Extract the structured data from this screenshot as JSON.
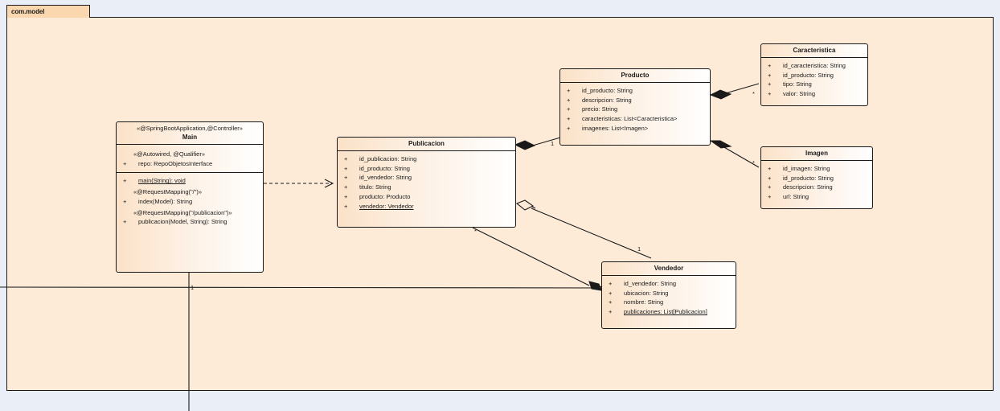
{
  "diagram": {
    "kind": "uml-class-diagram",
    "package_label": "com.model",
    "background_color": "#eaeff7",
    "package_fill": "#fdebd8",
    "package_tab_fill": "#fad7ae",
    "line_color": "#1a1a1a"
  },
  "classes": {
    "main": {
      "name": "Main",
      "stereotype": "«@SpringBootApplication,@Controller»",
      "attributes": [
        {
          "visibility": "",
          "text": "«@Autowired, @Qualifier»",
          "annotation": true,
          "static": false
        },
        {
          "visibility": "+",
          "text": "repo: RepoObjetosInterface",
          "annotation": false,
          "static": false
        }
      ],
      "methods": [
        {
          "visibility": "+",
          "text": "main(String): void",
          "annotation": false,
          "static": true
        },
        {
          "visibility": "",
          "text": "«@RequestMapping(\"/\")»",
          "annotation": true,
          "static": false
        },
        {
          "visibility": "+",
          "text": "index(Model): String",
          "annotation": false,
          "static": false
        },
        {
          "visibility": "",
          "text": "«@RequestMapping(\"/publicacion\")»",
          "annotation": true,
          "static": false
        },
        {
          "visibility": "+",
          "text": "publicacion(Model, String): String",
          "annotation": false,
          "static": false
        }
      ]
    },
    "publicacion": {
      "name": "Publicacion",
      "stereotype": "",
      "attributes": [
        {
          "visibility": "+",
          "text": "id_publicacion: String",
          "annotation": false,
          "static": false
        },
        {
          "visibility": "+",
          "text": "id_producto: String",
          "annotation": false,
          "static": false
        },
        {
          "visibility": "+",
          "text": "id_vendedor: String",
          "annotation": false,
          "static": false
        },
        {
          "visibility": "+",
          "text": "titulo: String",
          "annotation": false,
          "static": false
        },
        {
          "visibility": "+",
          "text": "producto: Producto",
          "annotation": false,
          "static": false
        },
        {
          "visibility": "+",
          "text": "vendedor: Vendedor",
          "annotation": false,
          "static": true
        }
      ],
      "methods": []
    },
    "producto": {
      "name": "Producto",
      "stereotype": "",
      "attributes": [
        {
          "visibility": "+",
          "text": "id_producto: String",
          "annotation": false,
          "static": false
        },
        {
          "visibility": "+",
          "text": "descripcion: String",
          "annotation": false,
          "static": false
        },
        {
          "visibility": "+",
          "text": "precio: String",
          "annotation": false,
          "static": false
        },
        {
          "visibility": "+",
          "text": "caracteristicas: List<Caracteristica>",
          "annotation": false,
          "static": false
        },
        {
          "visibility": "+",
          "text": "imagenes: List<Imagen>",
          "annotation": false,
          "static": false
        }
      ],
      "methods": []
    },
    "caracteristica": {
      "name": "Caracteristica",
      "stereotype": "",
      "attributes": [
        {
          "visibility": "+",
          "text": "id_caracteristica: String",
          "annotation": false,
          "static": false
        },
        {
          "visibility": "+",
          "text": "id_producto: String",
          "annotation": false,
          "static": false
        },
        {
          "visibility": "+",
          "text": "tipo: String",
          "annotation": false,
          "static": false
        },
        {
          "visibility": "+",
          "text": "valor: String",
          "annotation": false,
          "static": false
        }
      ],
      "methods": []
    },
    "imagen": {
      "name": "Imagen",
      "stereotype": "",
      "attributes": [
        {
          "visibility": "+",
          "text": "id_imagen: String",
          "annotation": false,
          "static": false
        },
        {
          "visibility": "+",
          "text": "id_producto: String",
          "annotation": false,
          "static": false
        },
        {
          "visibility": "+",
          "text": "descripcion: String",
          "annotation": false,
          "static": false
        },
        {
          "visibility": "+",
          "text": "url: String",
          "annotation": false,
          "static": false
        }
      ],
      "methods": []
    },
    "vendedor": {
      "name": "Vendedor",
      "stereotype": "",
      "attributes": [
        {
          "visibility": "+",
          "text": "id_vendedor: String",
          "annotation": false,
          "static": false
        },
        {
          "visibility": "+",
          "text": "ubicacion: String",
          "annotation": false,
          "static": false
        },
        {
          "visibility": "+",
          "text": "nombre: String",
          "annotation": false,
          "static": false
        },
        {
          "visibility": "+",
          "text": "publicaciones: List[Publicacion]",
          "annotation": false,
          "static": true
        }
      ],
      "methods": []
    }
  },
  "relationships": [
    {
      "id": "main-publicacion",
      "from": "Main",
      "to": "Publicacion",
      "type": "dependency",
      "style": "dashed",
      "arrow": "open",
      "multiplicity": ""
    },
    {
      "id": "main-down",
      "from": "Main",
      "to": "",
      "type": "association",
      "style": "solid",
      "arrow": "none",
      "multiplicity": "1"
    },
    {
      "id": "publicacion-producto",
      "from": "Publicacion",
      "to": "Producto",
      "type": "composition",
      "style": "solid",
      "arrow": "filled-diamond",
      "multiplicity": "1"
    },
    {
      "id": "producto-caracteristica",
      "from": "Producto",
      "to": "Caracteristica",
      "type": "composition",
      "style": "solid",
      "arrow": "filled-diamond",
      "multiplicity": "*"
    },
    {
      "id": "producto-imagen",
      "from": "Producto",
      "to": "Imagen",
      "type": "composition",
      "style": "solid",
      "arrow": "filled-diamond",
      "multiplicity": "*"
    },
    {
      "id": "publicacion-vendedor-agg",
      "from": "Publicacion",
      "to": "Vendedor",
      "type": "aggregation",
      "style": "solid",
      "arrow": "hollow-diamond",
      "multiplicity": "1"
    },
    {
      "id": "vendedor-publicacion-comp",
      "from": "Vendedor",
      "to": "Publicacion",
      "type": "composition",
      "style": "solid",
      "arrow": "filled-diamond",
      "multiplicity": "*"
    }
  ]
}
